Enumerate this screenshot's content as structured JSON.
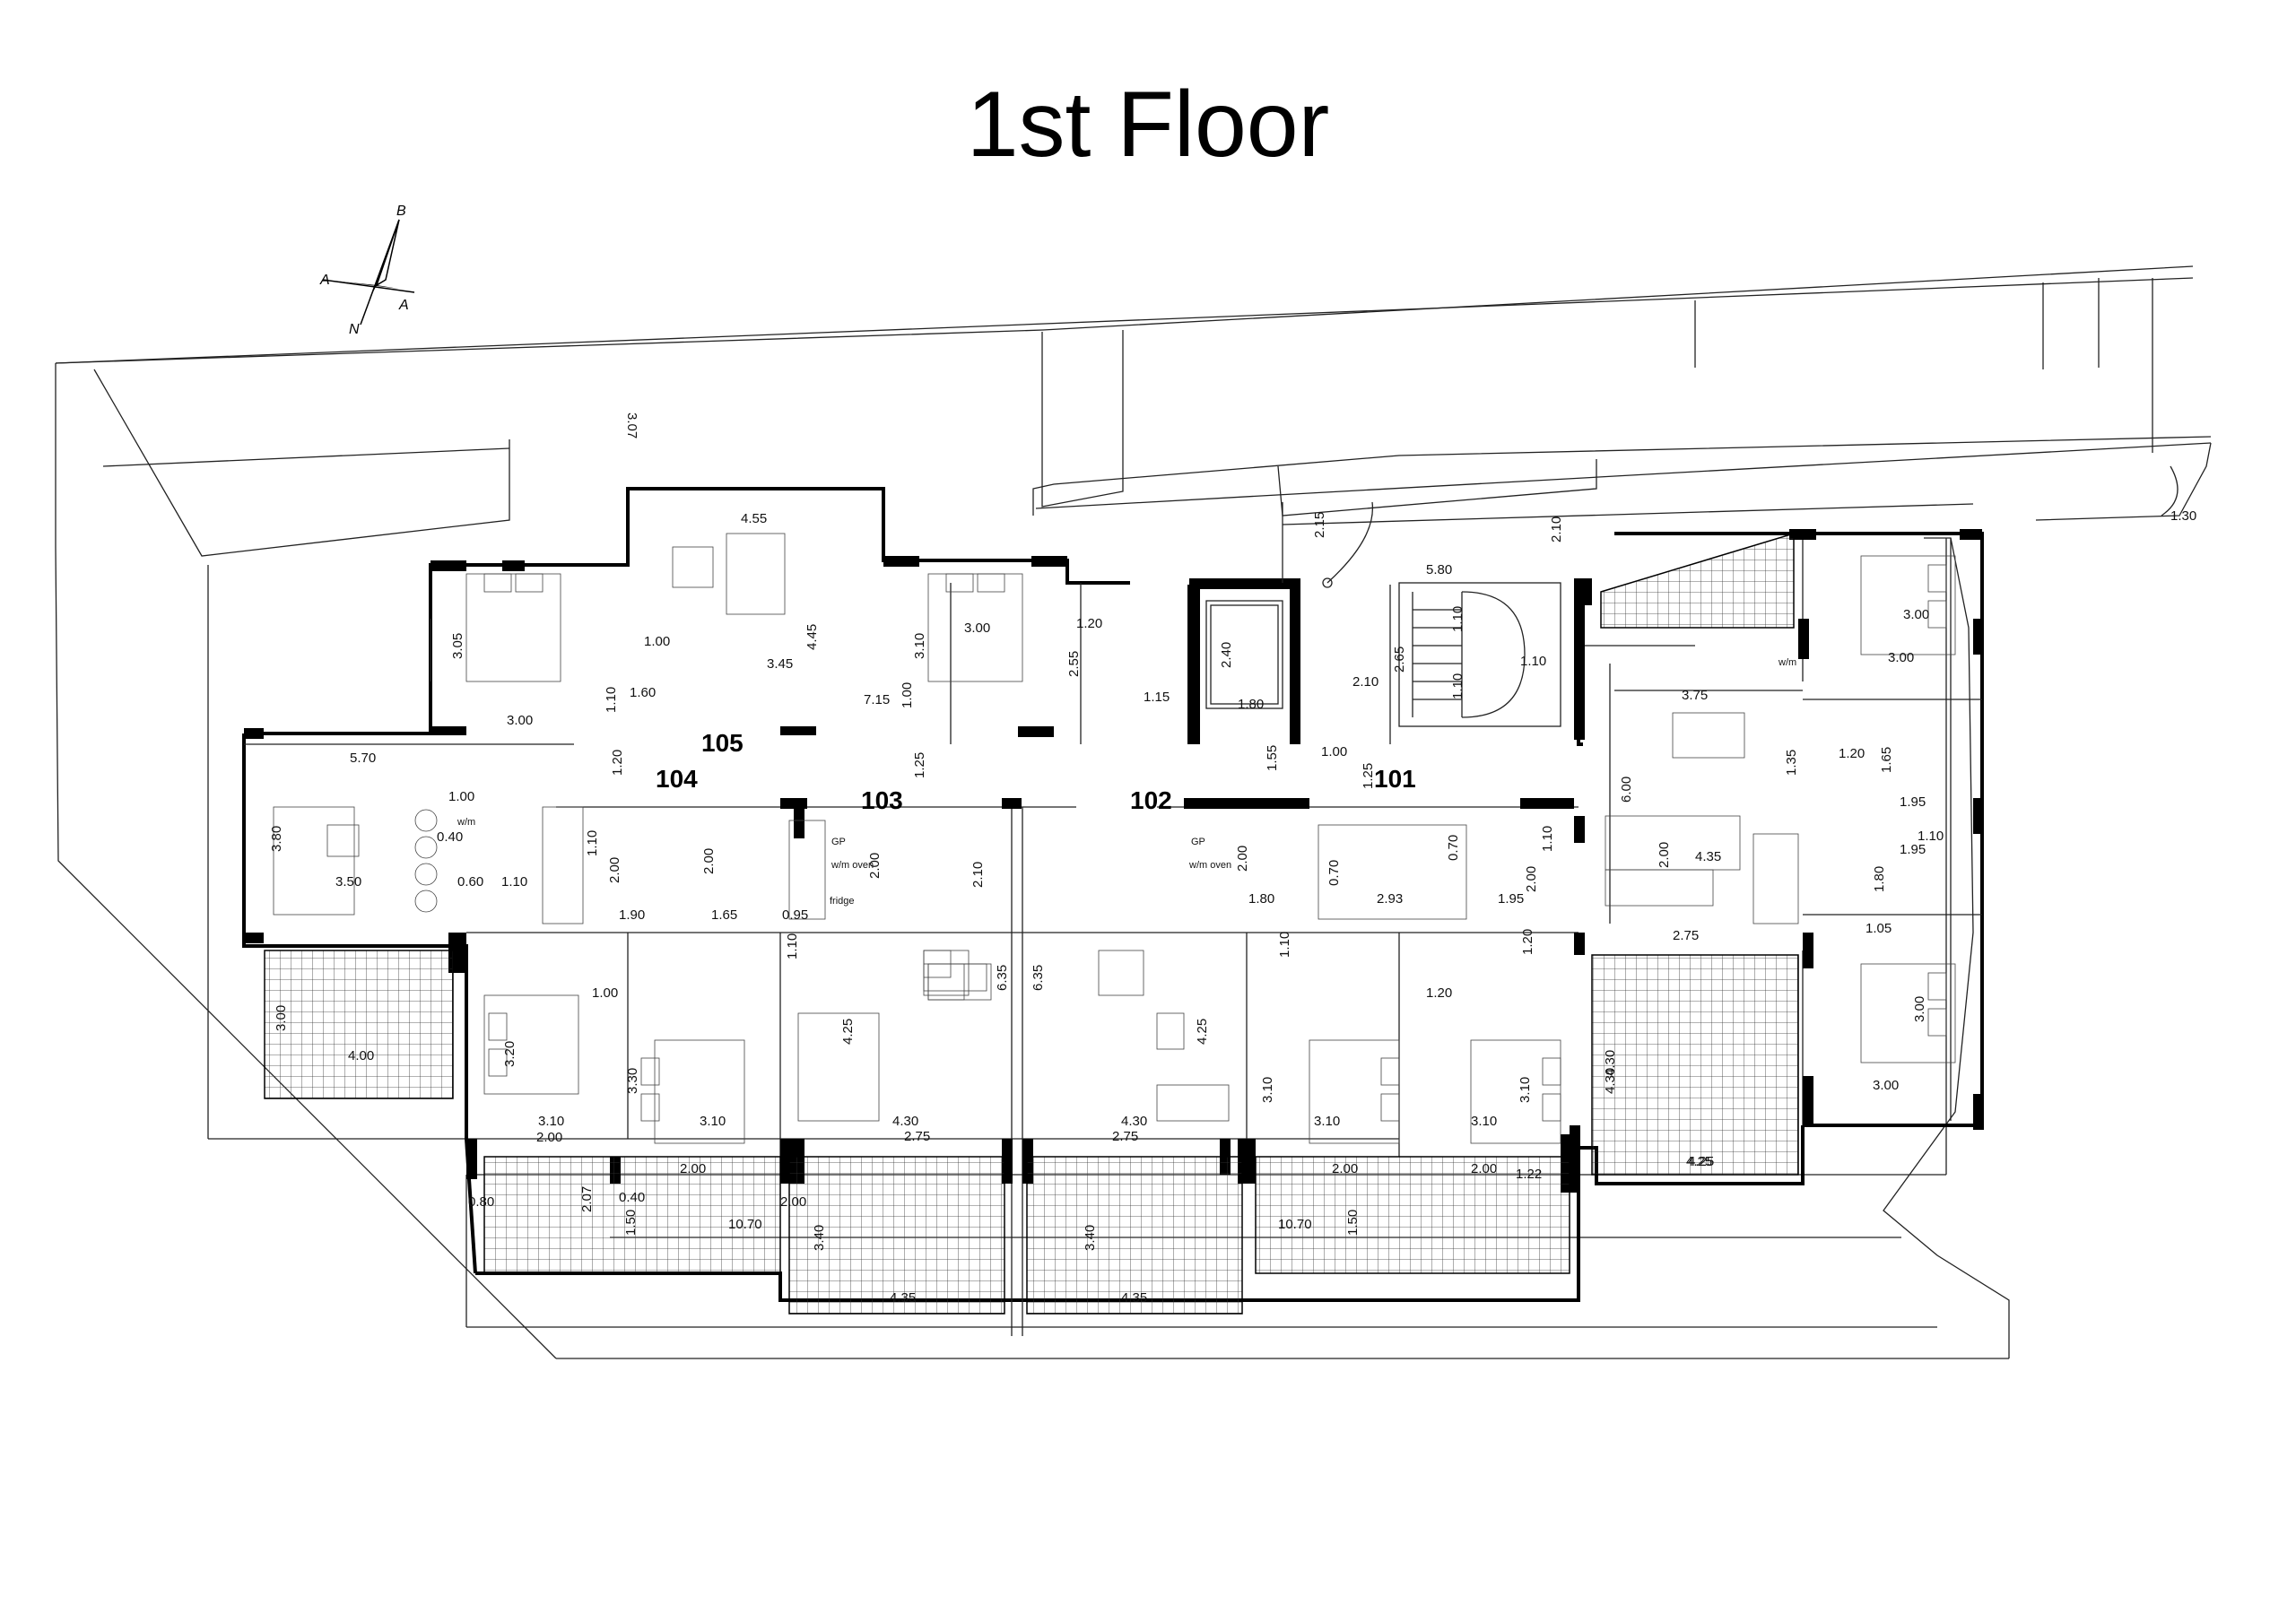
{
  "page": {
    "title": "1st Floor"
  },
  "compass": {
    "north": "N",
    "b": "B",
    "a_left": "A",
    "a_right": "A"
  },
  "units": [
    {
      "id": "u105",
      "label": "105"
    },
    {
      "id": "u104",
      "label": "104"
    },
    {
      "id": "u103",
      "label": "103"
    },
    {
      "id": "u102",
      "label": "102"
    },
    {
      "id": "u101",
      "label": "101"
    }
  ],
  "fixture_labels": {
    "wm": "w/m",
    "gp": "GP",
    "wm_oven": "w/m oven",
    "fridge": "fridge"
  },
  "dimensions": {
    "d307": "3.07",
    "d455": "4.55",
    "d445": "4.45",
    "d305": "3.05",
    "d310a": "3.10",
    "d300a": "3.00",
    "d120a": "1.20",
    "d255": "2.55",
    "d100a": "1.00",
    "d160": "1.60",
    "d345": "3.45",
    "d715": "7.15",
    "d100b": "1.00",
    "d110a": "1.10",
    "d300b": "3.00",
    "d115": "1.15",
    "d240": "2.40",
    "d180a": "1.80",
    "d215a": "2.15",
    "d580": "5.80",
    "d210a": "2.10",
    "d265": "2.65",
    "d110b": "1.10",
    "d110c": "1.10",
    "d110d": "1.10",
    "d215b": "2.10",
    "d155": "1.55",
    "d100c": "1.00",
    "d125a": "1.25",
    "d125b": "1.25",
    "d300c": "3.00",
    "d300d": "3.00",
    "d375": "3.75",
    "d600": "6.00",
    "d135": "1.35",
    "d120b": "1.20",
    "d165": "1.65",
    "d195a": "1.95",
    "d110e": "1.10",
    "d195b": "1.95",
    "d435a": "4.35",
    "d180b": "1.80",
    "d105": "1.05",
    "d275a": "2.75",
    "d300e": "3.00",
    "d430a": "4.30",
    "d300f": "3.00",
    "d425a": "4.25",
    "d130": "1.30",
    "d570": "5.70",
    "d120c": "1.20",
    "d100d": "1.00",
    "d040": "0.40",
    "d380": "3.80",
    "d350": "3.50",
    "d060": "0.60",
    "d110f": "1.10",
    "d110g": "1.10",
    "d200a": "2.00",
    "d200b": "2.00",
    "d190": "1.90",
    "d165b": "1.65",
    "d095": "0.95",
    "d200c": "2.00",
    "d210b": "2.10",
    "d110h": "1.10",
    "d200d": "2.00",
    "d070a": "0.70",
    "d070b": "0.70",
    "d293": "2.93",
    "d195c": "1.95",
    "d200e": "2.00",
    "d110i": "1.10",
    "d180c": "1.80",
    "d300g": "3.00",
    "d400": "4.00",
    "d320": "3.20",
    "d330": "3.30",
    "d100e": "1.00",
    "d310b": "3.10",
    "d310c": "3.10",
    "d200f": "2.00",
    "d200g": "2.00",
    "d080": "0.80",
    "d207": "2.07",
    "d150a": "1.50",
    "d040b": "0.40",
    "d1070a": "10.70",
    "d200h": "2.00",
    "d340a": "3.40",
    "d435b": "4.35",
    "d425b": "4.25",
    "d635a": "6.35",
    "d430b": "4.30",
    "d275b": "2.75",
    "d635b": "6.35",
    "d430c": "4.30",
    "d275c": "2.75",
    "d425c": "4.25",
    "d340b": "3.40",
    "d435c": "4.35",
    "d1070b": "10.70",
    "d150b": "1.50",
    "d110j": "1.10",
    "d120d": "1.20",
    "d310d": "3.10",
    "d310e": "3.10",
    "d310f": "3.10",
    "d310g": "3.10",
    "d200i": "2.00",
    "d200j": "2.00",
    "d122": "1.22",
    "d430d": "4.30",
    "d425d": "4.25",
    "d120e": "1.20",
    "d200k": "2.00"
  }
}
